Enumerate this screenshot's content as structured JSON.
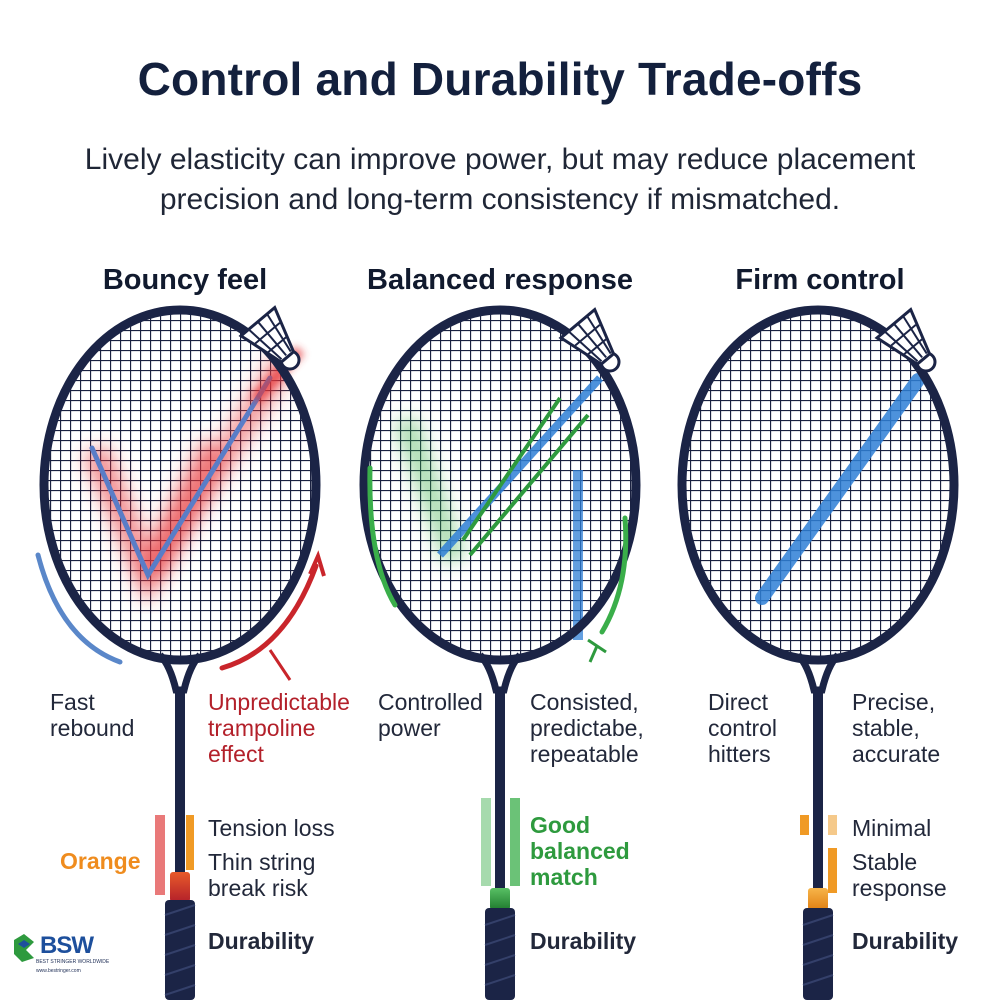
{
  "header": {
    "title": "Control and Durability Trade-offs",
    "subtitle_line1": "Lively elasticity can improve power, but may reduce placement",
    "subtitle_line2": "precision and long-term consistency if mismatched."
  },
  "panels": [
    {
      "title": "Bouncy feel",
      "left_label": [
        "Fast",
        "rebound"
      ],
      "right_label": [
        "Unpredictable",
        "trampoline",
        "effect"
      ],
      "side_label": "Orange",
      "notes": [
        "Tension loss",
        "Thin string",
        "break risk"
      ],
      "durability_label": "Durability",
      "accent_color": "#d6262b",
      "grip_color": "#d63a25"
    },
    {
      "title": "Balanced response",
      "left_label": [
        "Controlled",
        "power"
      ],
      "right_label": [
        "Consisted,",
        "predictabe,",
        "repeatable"
      ],
      "notes": [
        "Good",
        "balanced",
        "match"
      ],
      "durability_label": "Durability",
      "accent_color": "#2e9a3e",
      "grip_color": "#2e9a3e"
    },
    {
      "title": "Firm control",
      "left_label": [
        "Direct",
        "control",
        "hitters"
      ],
      "right_label": [
        "Precise,",
        "stable,",
        "accurate"
      ],
      "notes": [
        "Minimal",
        "Stable",
        "response"
      ],
      "durability_label": "Durability",
      "accent_color": "#2f7fd6",
      "grip_color": "#f09a25"
    }
  ],
  "logo": {
    "text": "BSW",
    "tagline": "BEST STRINGER WORLDWIDE",
    "url": "www.bestringer.com"
  }
}
